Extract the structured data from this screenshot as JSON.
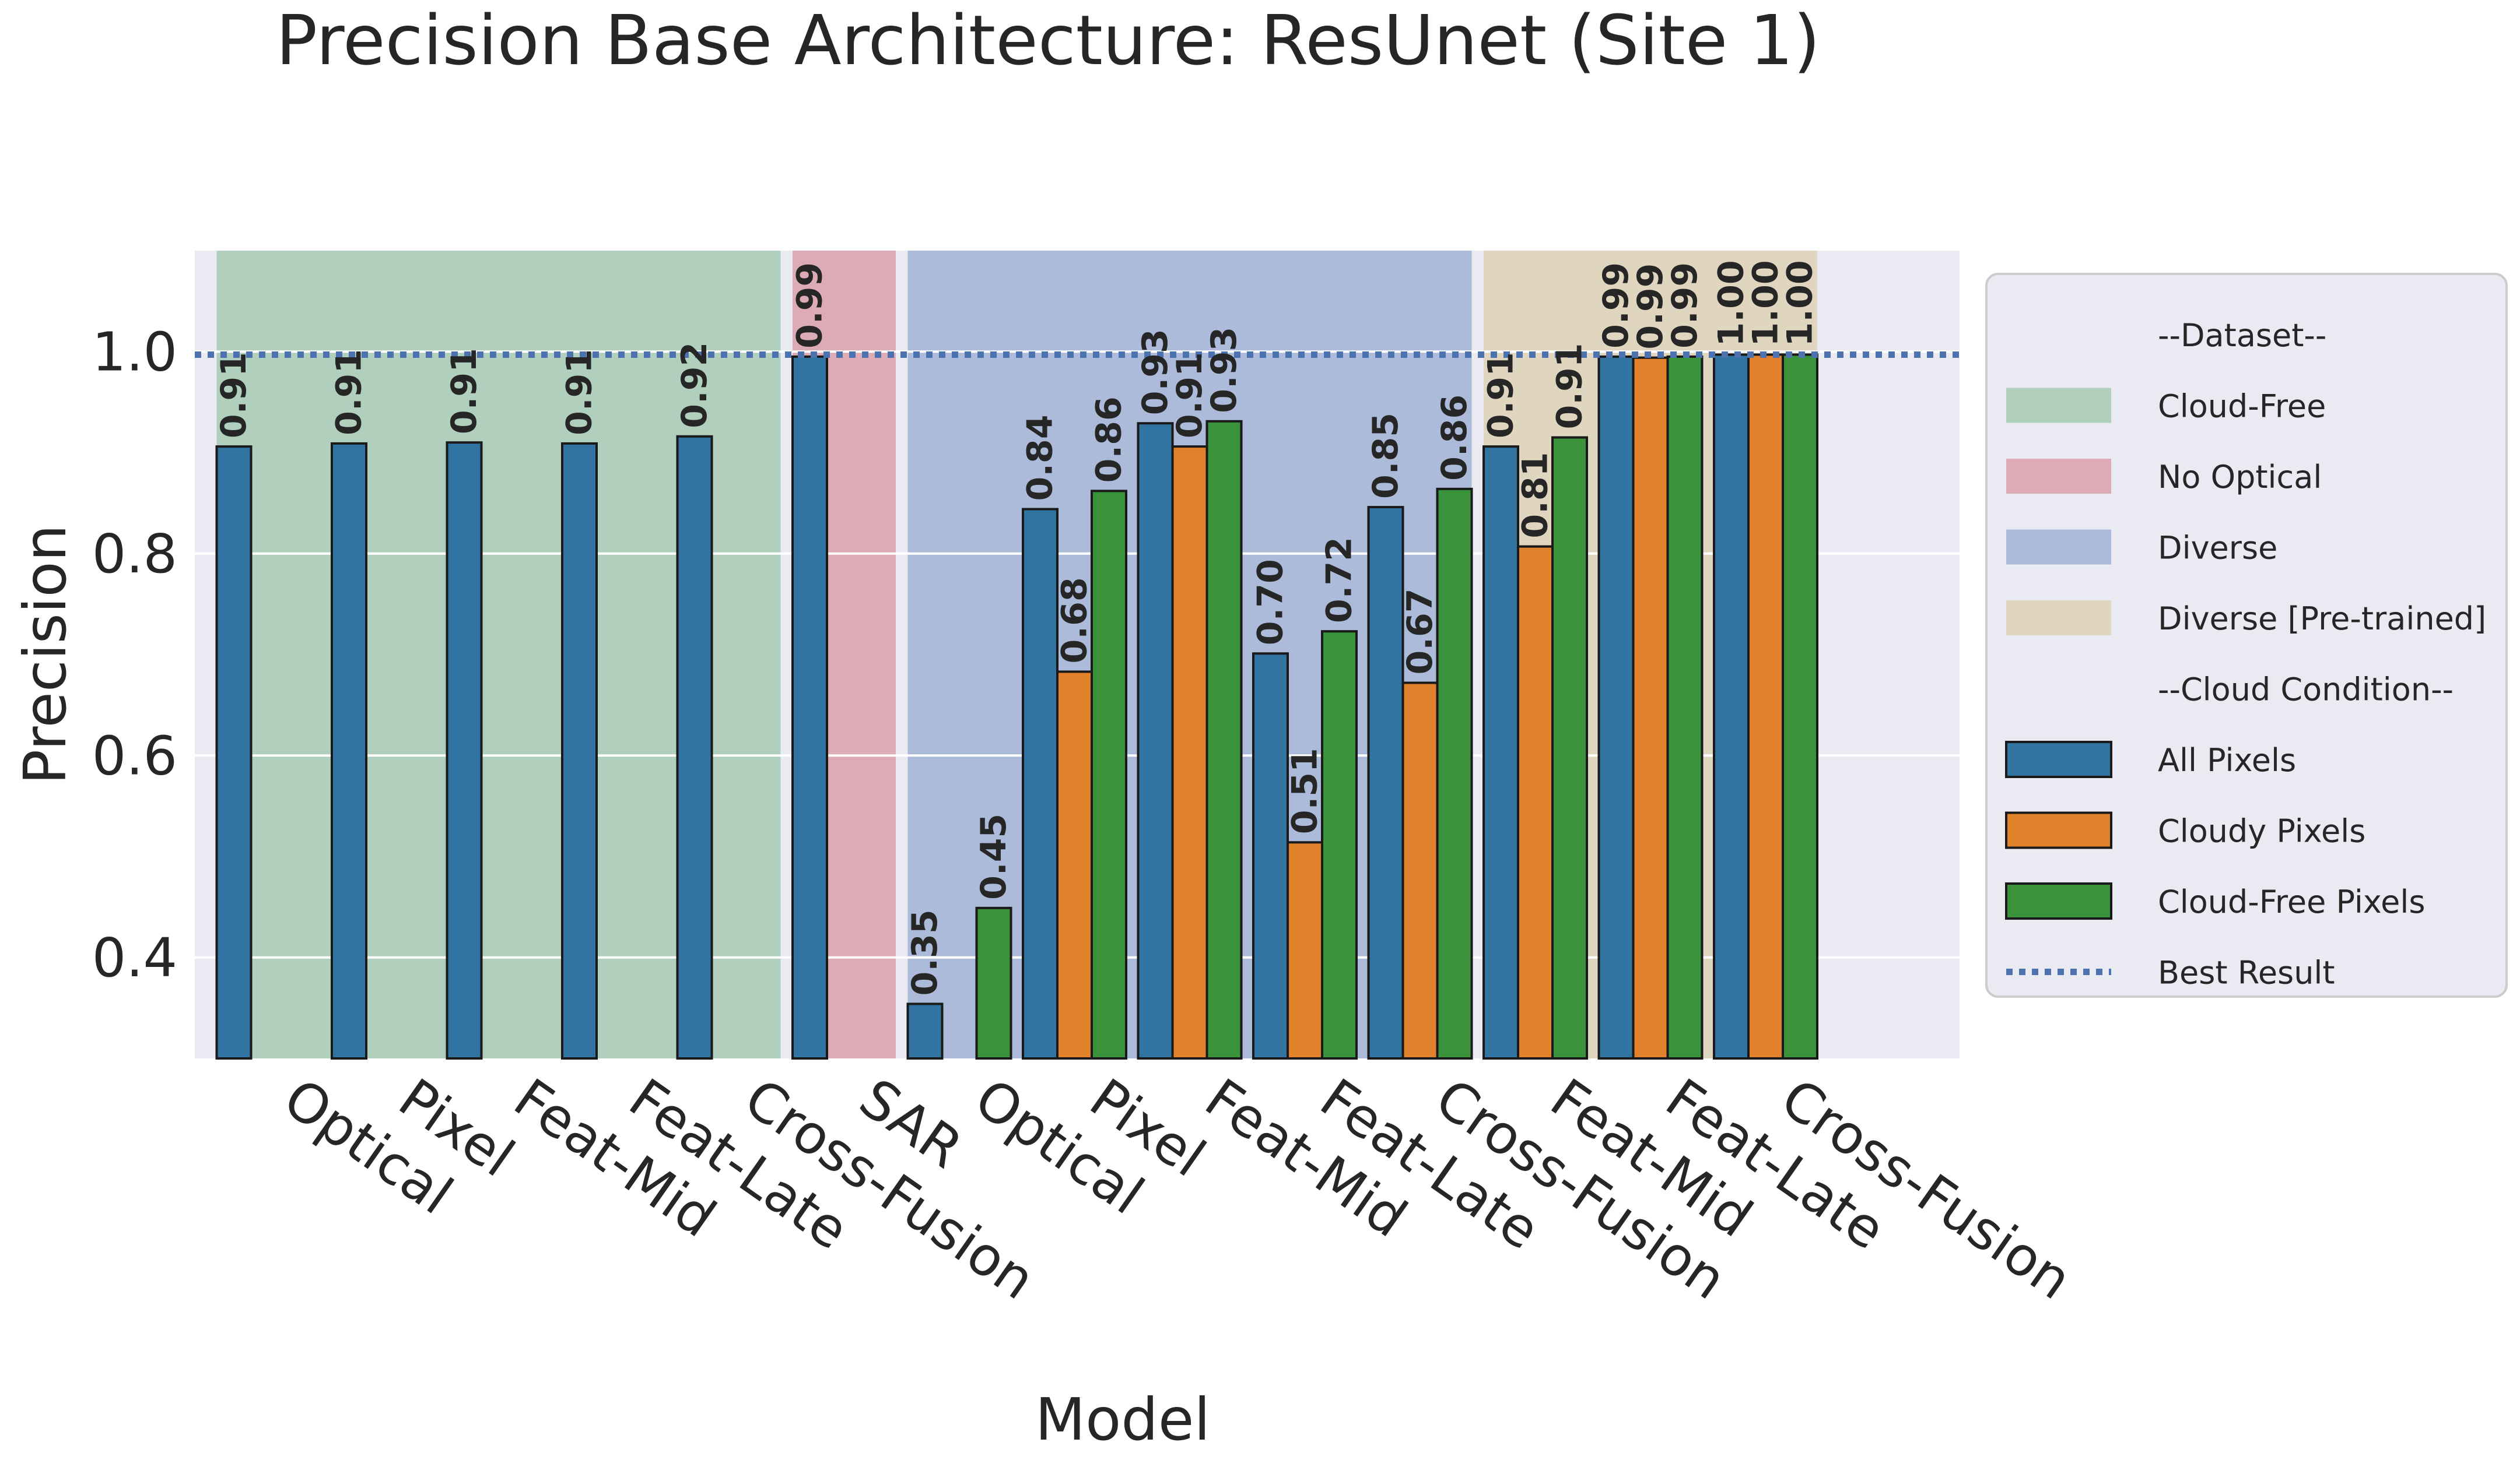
{
  "chart_data": {
    "type": "bar",
    "title": "Precision Base Architecture: ResUnet (Site 1)",
    "xlabel": "Model",
    "ylabel": "Precision",
    "ylim": [
      0.3,
      1.1
    ],
    "yticks": [
      0.4,
      0.6,
      0.8,
      1.0
    ],
    "ytick_labels": [
      "0.4",
      "0.6",
      "0.8",
      "1.0"
    ],
    "grid": true,
    "legend_position": "right",
    "categories": [
      "Optical",
      "Pixel",
      "Feat-Mid",
      "Feat-Late",
      "Cross-Fusion",
      "SAR",
      "Optical",
      "Pixel",
      "Feat-Mid",
      "Feat-Late",
      "Cross-Fusion",
      "Feat-Mid",
      "Feat-Late",
      "Cross-Fusion"
    ],
    "series": [
      {
        "name": "All Pixels",
        "color": "#3274a1",
        "values": [
          0.906,
          0.909,
          0.91,
          0.909,
          0.916,
          0.995,
          0.354,
          0.844,
          0.929,
          0.701,
          0.846,
          0.906,
          0.995,
          0.997
        ]
      },
      {
        "name": "Cloudy Pixels",
        "color": "#e1812c",
        "values": [
          null,
          null,
          null,
          null,
          null,
          null,
          null,
          0.683,
          0.906,
          0.514,
          0.672,
          0.807,
          0.994,
          0.997
        ]
      },
      {
        "name": "Cloud-Free Pixels",
        "color": "#3a923a",
        "values": [
          null,
          null,
          null,
          null,
          null,
          null,
          0.449,
          0.862,
          0.931,
          0.723,
          0.864,
          0.915,
          0.995,
          0.997
        ]
      }
    ],
    "value_labels": [
      [
        "0.91",
        "0.91",
        "0.91",
        "0.91",
        "0.92",
        "0.99",
        "0.35",
        "0.84",
        "0.93",
        "0.70",
        "0.85",
        "0.91",
        "0.99",
        "1.00"
      ],
      [
        null,
        null,
        null,
        null,
        null,
        null,
        null,
        "0.68",
        "0.91",
        "0.51",
        "0.67",
        "0.81",
        "0.99",
        "1.00"
      ],
      [
        null,
        null,
        null,
        null,
        null,
        null,
        "0.45",
        "0.86",
        "0.93",
        "0.72",
        "0.86",
        "0.91",
        "0.99",
        "1.00"
      ]
    ],
    "best_result": {
      "name": "Best Result",
      "value": 0.997,
      "color": "#4c72b0"
    },
    "datasets": [
      {
        "name": "Cloud-Free",
        "color": "#b0d0bd",
        "first": 0,
        "last": 4
      },
      {
        "name": "No Optical",
        "color": "#dcabb5",
        "first": 5,
        "last": 5
      },
      {
        "name": "Diverse",
        "color": "#abbbd9",
        "first": 6,
        "last": 10
      },
      {
        "name": "Diverse [Pre-trained]",
        "color": "#e0d6c0",
        "first": 11,
        "last": 13
      }
    ],
    "legend": {
      "dataset_header": "--Dataset--",
      "cloud_header": "--Cloud Condition--"
    }
  },
  "colors": {
    "plot_background": "#eaeaf2",
    "grid": "#ffffff",
    "bar_edge": "#1a1a1a",
    "value_label": "#1f1f1f"
  }
}
